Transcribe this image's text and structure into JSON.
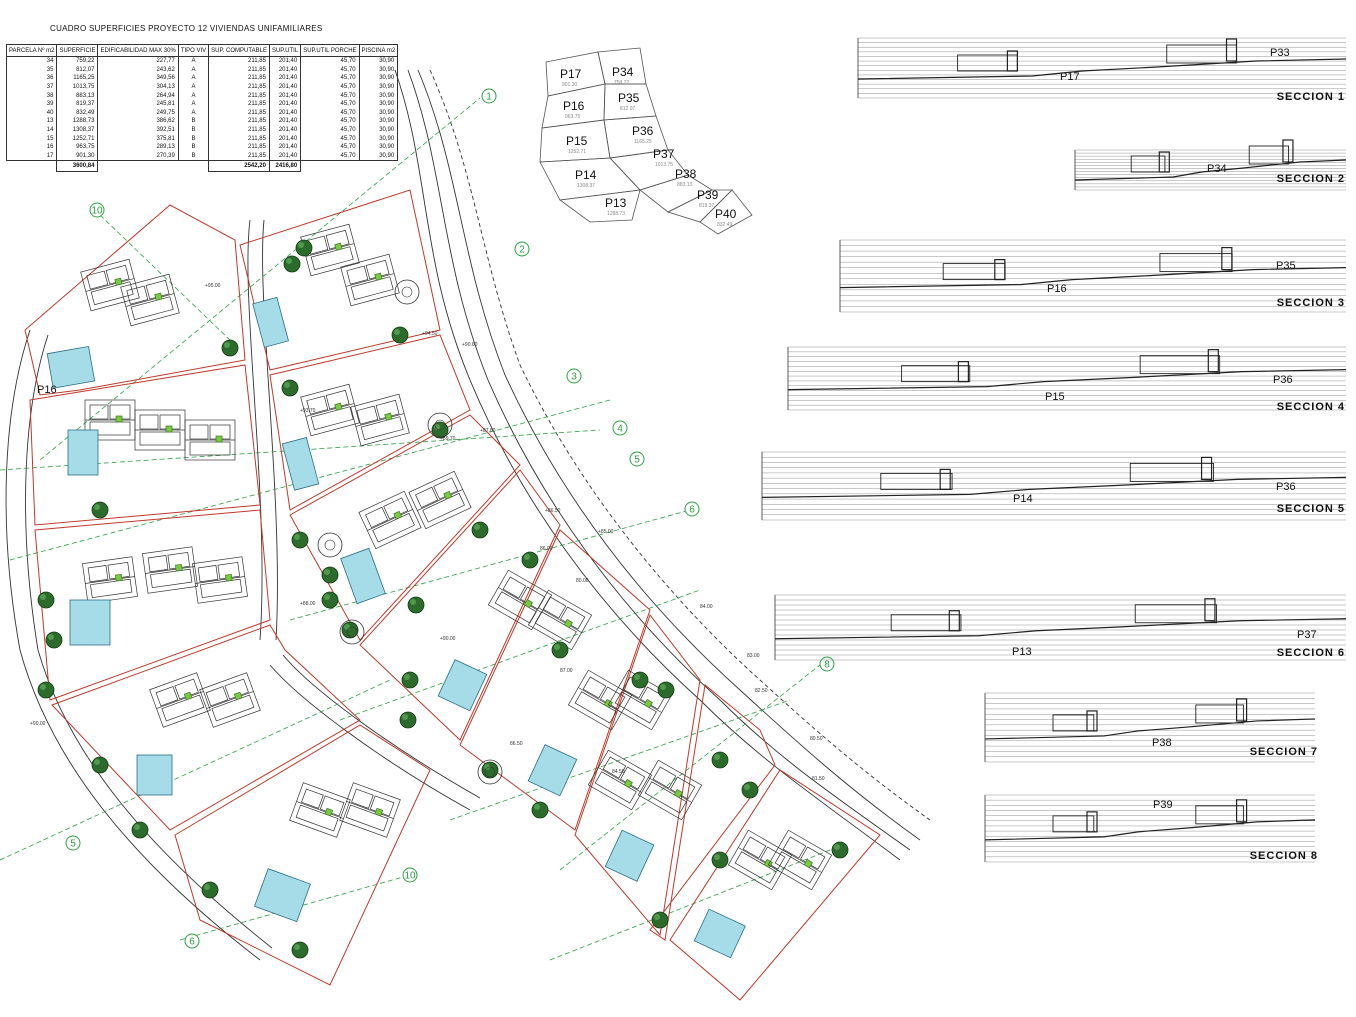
{
  "table": {
    "title": "CUADRO SUPERFICIES PROYECTO 12 VIVIENDAS UNIFAMILIARES",
    "headers": [
      "PARCELA Nº m2",
      "SUPERFICIE",
      "EDIFICABILIDAD MAX 30%",
      "TIPO VIV",
      "SUP. COMPUTABLE",
      "SUP.UTIL",
      "SUP.UTIL PORCHE",
      "PISCINA m2"
    ],
    "rows": [
      [
        "34",
        "759,22",
        "227,77",
        "A",
        "211,85",
        "201,40",
        "45,70",
        "30,90"
      ],
      [
        "35",
        "812,07",
        "243,62",
        "A",
        "211,85",
        "201,40",
        "45,70",
        "30,90"
      ],
      [
        "36",
        "1165,25",
        "349,56",
        "A",
        "211,85",
        "201,40",
        "45,70",
        "30,90"
      ],
      [
        "37",
        "1013,75",
        "304,13",
        "A",
        "211,85",
        "201,40",
        "45,70",
        "30,90"
      ],
      [
        "38",
        "883,13",
        "264,94",
        "A",
        "211,85",
        "201,40",
        "45,70",
        "30,90"
      ],
      [
        "39",
        "819,37",
        "245,81",
        "A",
        "211,85",
        "201,40",
        "45,70",
        "30,90"
      ],
      [
        "40",
        "832,49",
        "249,75",
        "A",
        "211,85",
        "201,40",
        "45,70",
        "30,90"
      ],
      [
        "13",
        "1288,73",
        "386,62",
        "B",
        "211,85",
        "201,40",
        "45,70",
        "30,90"
      ],
      [
        "14",
        "1308,37",
        "392,51",
        "B",
        "211,85",
        "201,40",
        "45,70",
        "30,90"
      ],
      [
        "15",
        "1252,71",
        "375,81",
        "B",
        "211,85",
        "201,40",
        "45,70",
        "30,90"
      ],
      [
        "16",
        "963,75",
        "289,13",
        "B",
        "211,85",
        "201,40",
        "45,70",
        "30,90"
      ],
      [
        "17",
        "901,30",
        "270,39",
        "B",
        "211,85",
        "201,40",
        "45,70",
        "30,90"
      ]
    ],
    "totals": {
      "superficie": "3600,84",
      "computable": "2542,20",
      "util": "2416,80"
    }
  },
  "key_plan": {
    "parcels": [
      {
        "label": "P17",
        "sub": "901.30"
      },
      {
        "label": "P34",
        "sub": "759.22"
      },
      {
        "label": "P16",
        "sub": "963.75"
      },
      {
        "label": "P35",
        "sub": "812.07"
      },
      {
        "label": "P15",
        "sub": "1252.71"
      },
      {
        "label": "P36",
        "sub": "1165.25"
      },
      {
        "label": "P37",
        "sub": "1013.75"
      },
      {
        "label": "P14",
        "sub": "1308.37"
      },
      {
        "label": "P38",
        "sub": "883.13"
      },
      {
        "label": "P13",
        "sub": "1288.73"
      },
      {
        "label": "P39",
        "sub": "819.37"
      },
      {
        "label": "P40",
        "sub": "832.49"
      }
    ]
  },
  "site_plan": {
    "section_markers": [
      "1",
      "2",
      "3",
      "4",
      "5",
      "6",
      "8",
      "10",
      "10",
      "5",
      "6"
    ],
    "plot_labels": [
      "P16"
    ],
    "levels": [
      "+95.00",
      "+94.50",
      "+90.60",
      "+93.70",
      "+89.70",
      "+87.80",
      "+86.50",
      "+85.00",
      "84.00",
      "83.00",
      "82.50",
      "80.50",
      "84.50",
      "86.50",
      "87.00",
      "80.00",
      "81.50",
      "+90.00",
      "86.00",
      "+88.00",
      "+90.00"
    ]
  },
  "sections": [
    {
      "title": "SECCION 1",
      "left_label": "P17",
      "right_label": "P33"
    },
    {
      "title": "SECCION 2",
      "left_label": "",
      "right_label": "P34"
    },
    {
      "title": "SECCION 3",
      "left_label": "P16",
      "right_label": "P35"
    },
    {
      "title": "SECCION 4",
      "left_label": "P15",
      "right_label": "P36"
    },
    {
      "title": "SECCION 5",
      "left_label": "P14",
      "right_label": "P36"
    },
    {
      "title": "SECCION 6",
      "left_label": "P13",
      "right_label": "P37"
    },
    {
      "title": "SECCION 7",
      "left_label": "",
      "right_label": "P38"
    },
    {
      "title": "SECCION 8",
      "left_label": "",
      "right_label": "P39"
    }
  ],
  "colors": {
    "plot_line": "#c0392b",
    "axis_green": "#2ea043",
    "pool": "#a6dbe8",
    "tree": "#1f5a1f",
    "ink": "#333333"
  }
}
